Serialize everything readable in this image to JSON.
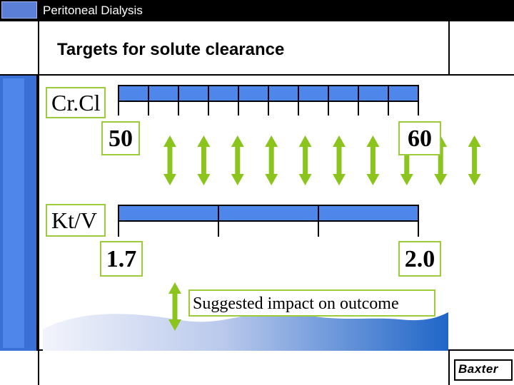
{
  "header": {
    "title": "Peritoneal Dialysis"
  },
  "slide": {
    "title": "Targets for solute clearance"
  },
  "crcl": {
    "label": "Cr.Cl",
    "min": "50",
    "max": "60",
    "segments": 10
  },
  "ktv": {
    "label": "Kt/V",
    "min": "1.7",
    "max": "2.0",
    "segments": 3
  },
  "legend": {
    "label": "Suggested impact on outcome"
  },
  "logo": {
    "text": "Baxter"
  },
  "colors": {
    "bar_fill": "#4f86ea",
    "arrow": "#8cc41e",
    "box_border": "#9ccc3c",
    "panel": "#3a6fd6"
  },
  "icons": {
    "impact_arrow": "double-headed-arrow-icon"
  }
}
